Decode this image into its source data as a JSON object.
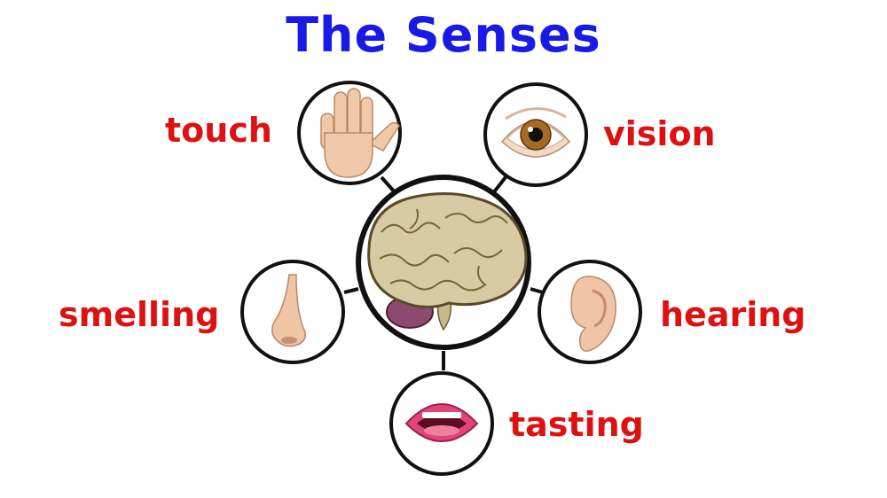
{
  "title": "The Senses",
  "center": {
    "icon": "brain-icon"
  },
  "senses": [
    {
      "label": "touch",
      "icon": "hand-icon"
    },
    {
      "label": "vision",
      "icon": "eye-icon"
    },
    {
      "label": "smelling",
      "icon": "nose-icon"
    },
    {
      "label": "hearing",
      "icon": "ear-icon"
    },
    {
      "label": "tasting",
      "icon": "mouth-icon"
    }
  ],
  "colors": {
    "title": "#1a1ae6",
    "labels": "#dd1111",
    "outline": "#111111"
  }
}
